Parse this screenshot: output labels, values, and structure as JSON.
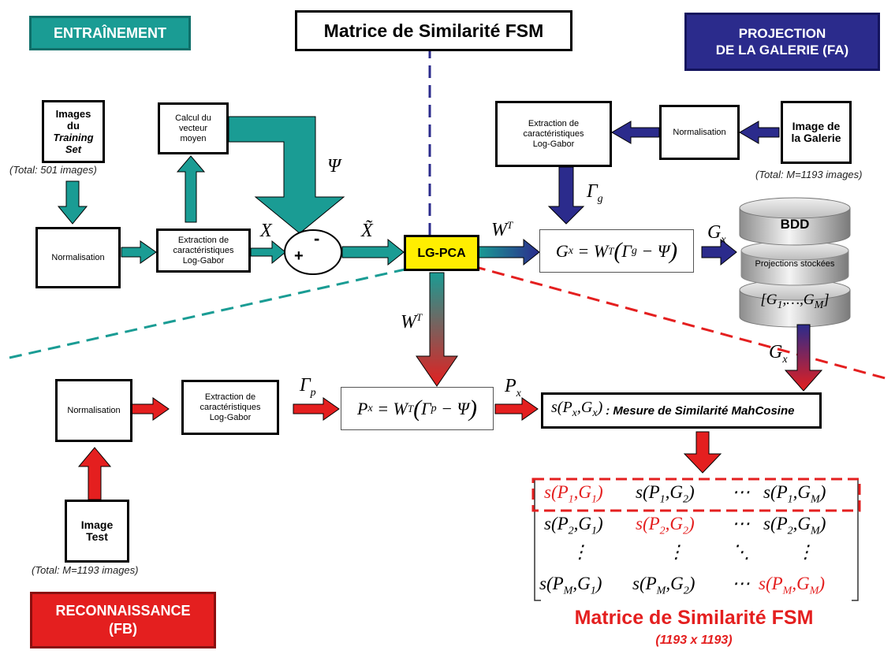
{
  "headers": {
    "training": "ENTRAÎNEMENT",
    "fsm_top": "Matrice de Similarité FSM",
    "gallery": "PROJECTION\nDE LA GALERIE (FA)",
    "recognition": "RECONNAISSANCE\n(FB)"
  },
  "training": {
    "images_line1": "Images",
    "images_line2": "du",
    "images_line3": "Training",
    "images_line4": "Set",
    "total": "(Total: 501 images)",
    "normalisation": "Normalisation",
    "extraction": "Extraction de\ncaractéristiques\nLog-Gabor",
    "mean": "Calcul du\nvecteur\nmoyen"
  },
  "center": {
    "lgpca": "LG-PCA"
  },
  "gallery": {
    "image": "Image de\nla Galerie",
    "total": "(Total: M=1193 images)",
    "normalisation": "Normalisation",
    "extraction": "Extraction de\ncaractéristiques\nLog-Gabor",
    "db_title": "BDD",
    "db_label": "Projections stockées"
  },
  "recognition": {
    "normalisation": "Normalisation",
    "extraction": "Extraction de\ncaractéristiques\nLog-Gabor",
    "image_test": "Image\nTest",
    "total": "(Total: M=1193 images)",
    "similarity_measure": ": Mesure de Similarité MahCosine"
  },
  "fsm_bottom": {
    "title": "Matrice de Similarité FSM",
    "size": "(1193 x 1193)"
  },
  "colors": {
    "teal": "#1a9c94",
    "navy": "#2b2b8c",
    "red": "#e41f1f",
    "yellow": "#ffee00"
  }
}
